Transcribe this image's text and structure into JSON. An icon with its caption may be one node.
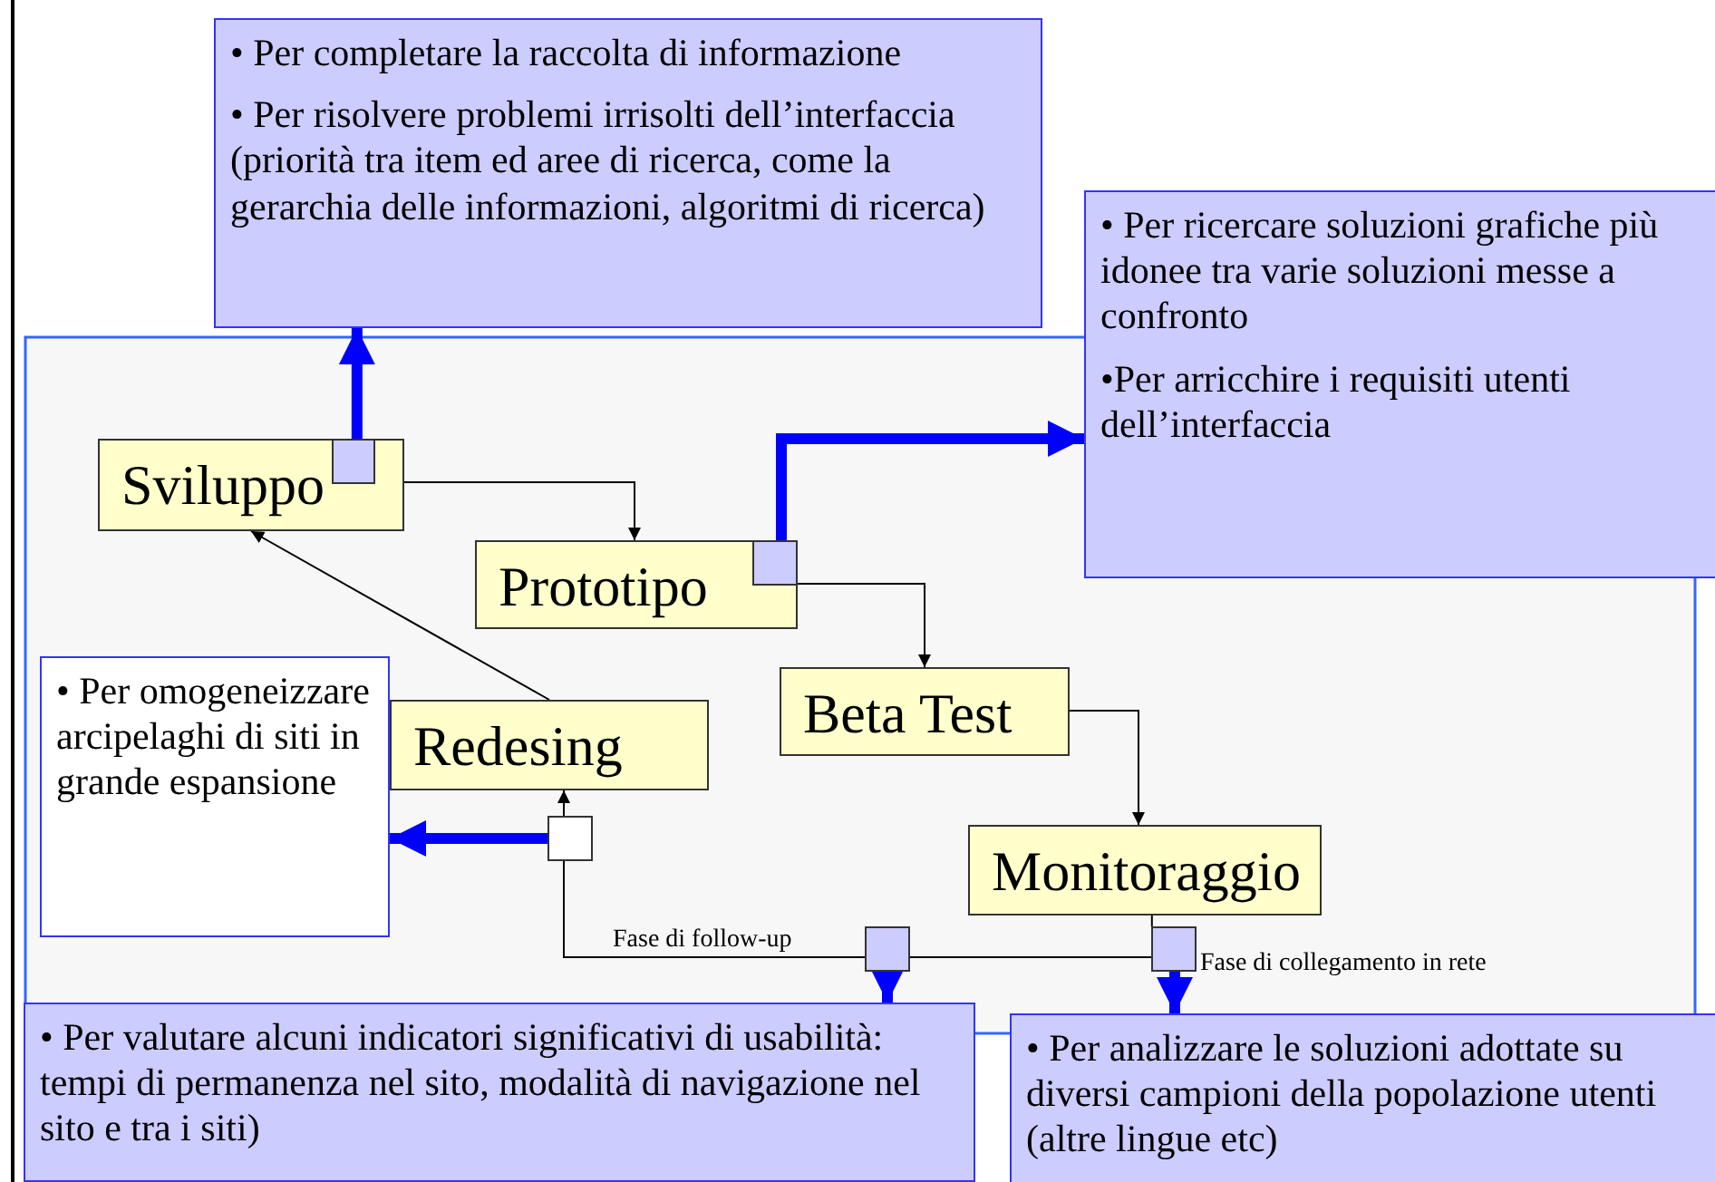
{
  "diagram": {
    "nodes": [
      {
        "text": [
          "• Per completare la raccolta di informazione",
          "• Per risolvere problemi irrisolti dell’interfaccia (priorità tra item ed aree di ricerca, come la gerarchia delle informazioni, algoritmi di ricerca)"
        ]
      },
      {
        "text": [
          "• Per ricercare soluzioni grafiche più idonee tra varie soluzioni messe a confronto",
          "•Per arricchire i requisiti utenti dell’interfaccia"
        ]
      },
      {
        "text": [
          "Sviluppo"
        ]
      },
      {
        "text": [
          "Prototipo"
        ]
      },
      {
        "text": [
          "Beta Test"
        ]
      },
      {
        "text": [
          "Redesing"
        ]
      },
      {
        "text": [
          "Monitoraggio"
        ]
      },
      {
        "text": [
          "• Per omogeneizzare arcipelaghi di siti in grande espansione"
        ]
      },
      {
        "text": [
          "• Per valutare alcuni indicatori significativi di usabilità: tempi di permanenza nel sito, modalità di navigazione nel sito e tra i siti)"
        ]
      },
      {
        "text": [
          "• Per analizzare le soluzioni adottate su diversi campioni della popolazione utenti (altre lingue etc)"
        ]
      },
      {
        "text": [],
        "shape": "box",
        "in": 2
      },
      {
        "text": [],
        "shape": "box",
        "in": 3
      },
      {
        "text": [],
        "shape": "box"
      },
      {
        "text": [],
        "shape": "box"
      },
      {
        "text": [],
        "shape": "box",
        "beside": [
          "Fase di collegamento in rete"
        ]
      }
    ],
    "edges": [
      {
        "from": 2,
        "to": 3,
        "arrow": "to"
      },
      {
        "from": 3,
        "to": 4,
        "arrow": "to"
      },
      {
        "from": 4,
        "to": 6,
        "arrow": "to"
      },
      {
        "from": 5,
        "to": 2,
        "arrow": "to"
      },
      {
        "from": 6,
        "to": 14,
        "arrow": "none"
      },
      {
        "from": 14,
        "to": 13,
        "arrow": "none"
      },
      {
        "from": 13,
        "to": 12,
        "arrow": "none",
        "label": "Fase di follow-up"
      },
      {
        "from": 12,
        "to": 5,
        "arrow": "to"
      },
      {
        "from": 10,
        "to": 0,
        "arrow": "to",
        "style": "thick",
        "color": "#0000ff"
      },
      {
        "from": 11,
        "to": 1,
        "arrow": "to",
        "style": "thick",
        "color": "#0000ff"
      },
      {
        "from": 12,
        "to": 7,
        "arrow": "to",
        "style": "thick",
        "color": "#0000ff"
      },
      {
        "from": 13,
        "to": 8,
        "arrow": "to",
        "style": "thick",
        "color": "#0000ff"
      },
      {
        "from": 14,
        "to": 9,
        "arrow": "to",
        "style": "thick",
        "color": "#0000ff"
      }
    ]
  }
}
